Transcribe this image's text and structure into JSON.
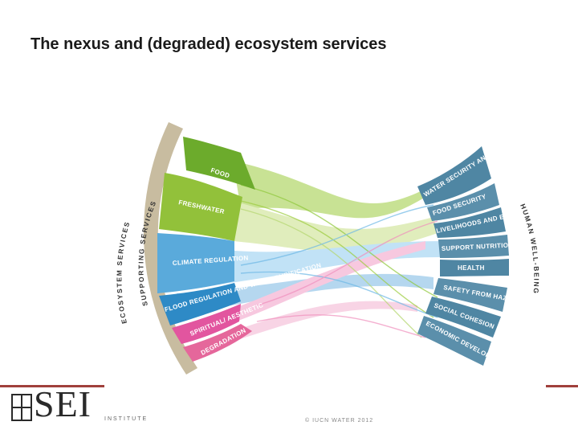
{
  "slide": {
    "title": "The nexus and (degraded) ecosystem services"
  },
  "diagram": {
    "outer_left_label": "ECOSYSTEM SERVICES",
    "inner_left_label": "SUPPORTING SERVICES",
    "right_label": "HUMAN WELL-BEING",
    "left_segments": [
      {
        "label": "FOOD",
        "color": "#6cab2c"
      },
      {
        "label": "FRESHWATER",
        "color": "#92c13a"
      },
      {
        "label": "CLIMATE REGULATION",
        "color": "#5aaadb"
      },
      {
        "label": "FLOOD REGULATION AND WATER PURIFICATION",
        "color": "#2e8ac6"
      },
      {
        "label": "SPIRITUAL/ AESTHETIC",
        "color": "#e2559f"
      },
      {
        "label": "DEGRADATION",
        "color": "#e5679b"
      }
    ],
    "right_segments": [
      {
        "label": "WATER SECURITY AND SANITATION"
      },
      {
        "label": "FOOD SECURITY"
      },
      {
        "label": "LIVELIHOODS AND ENTERPRISE"
      },
      {
        "label": "SUPPORT NUTRITIOUS FOOD"
      },
      {
        "label": "HEALTH"
      },
      {
        "label": "SAFETY FROM HAZARDS"
      },
      {
        "label": "SOCIAL COHESION"
      },
      {
        "label": "ECONOMIC DEVELOPMENT OPPORTUNITIES"
      }
    ],
    "colors": {
      "right_band": "#4f86a3",
      "outer_arc": "#c8bca0"
    }
  },
  "footer": {
    "logo_text": "SEI",
    "logo_sub": "INSTITUTE",
    "credit": "© IUCN WATER 2012"
  }
}
